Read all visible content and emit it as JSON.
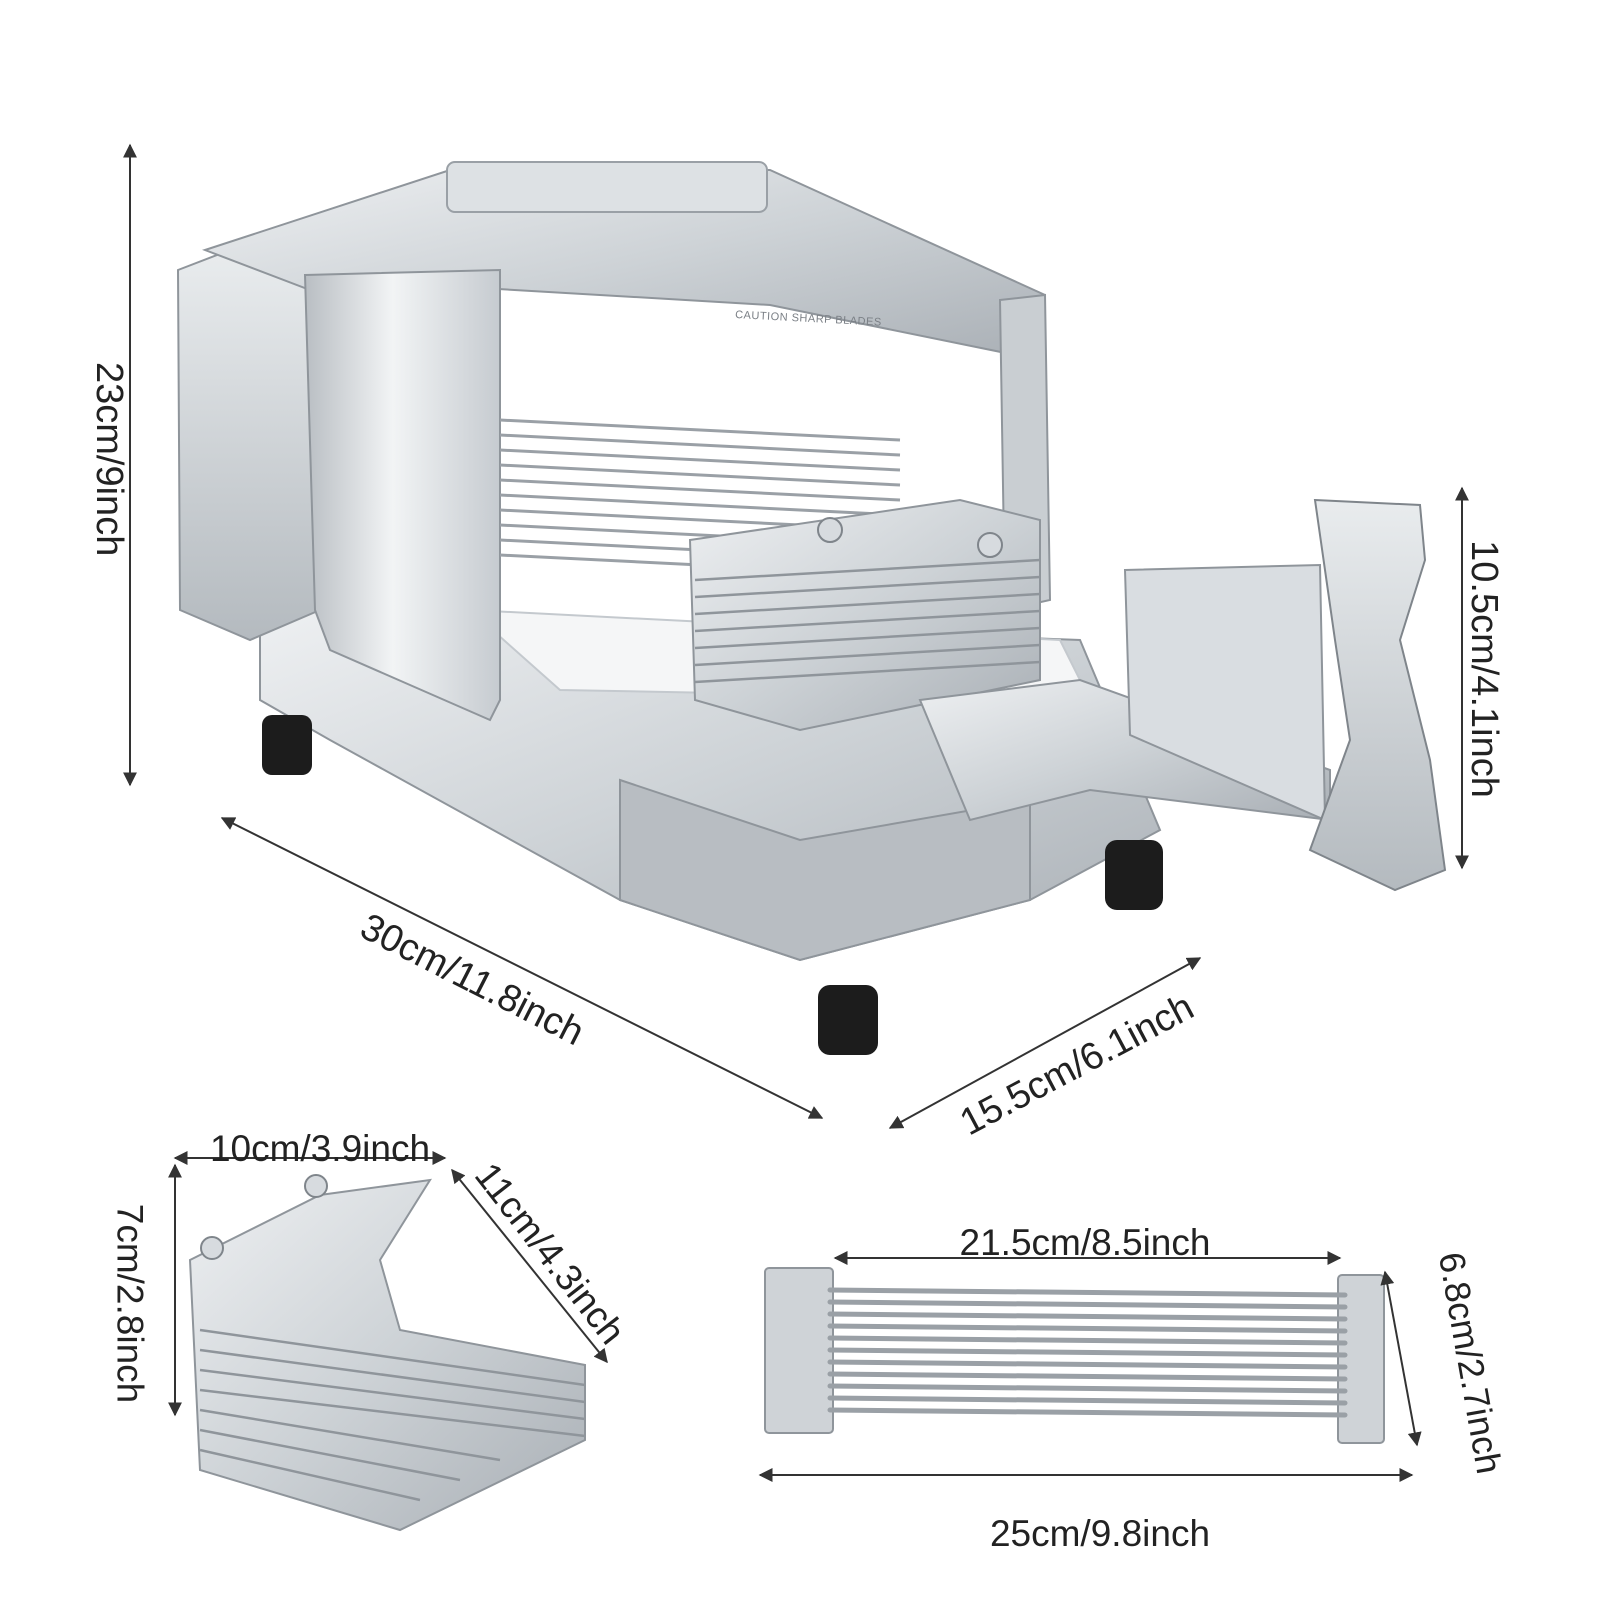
{
  "product": {
    "caution_text": "CAUTION SHARP BLADES"
  },
  "dimensions": {
    "height": "23cm/9inch",
    "length": "30cm/11.8inch",
    "width": "15.5cm/6.1inch",
    "handle": "10.5cm/4.1inch"
  },
  "blade_assembly": {
    "width": "10cm/3.9inch",
    "height": "7cm/2.8inch",
    "length": "11cm/4.3inch"
  },
  "blade_set": {
    "inner_length": "21.5cm/8.5inch",
    "total_length": "25cm/9.8inch",
    "height": "6.8cm/2.7inch"
  },
  "colors": {
    "metal_light": "#e2e5e8",
    "metal_mid": "#c2c7cc",
    "metal_dark": "#8f959b",
    "rubber_foot": "#1c1c1c",
    "arrow": "#333333"
  }
}
